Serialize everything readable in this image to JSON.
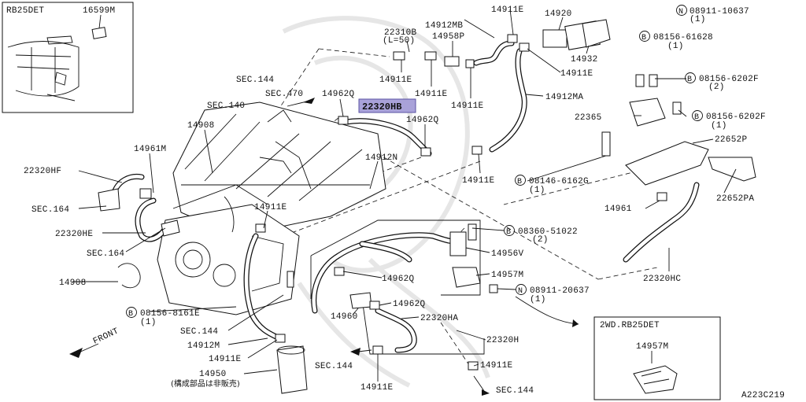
{
  "diagram_id": "A223C219",
  "inset_top_left": {
    "title": "RB25DET",
    "part": "16599M"
  },
  "inset_bottom_right": {
    "title": "2WD.RB25DET",
    "part": "14957M"
  },
  "highlighted_part": "22320HB",
  "labels": {
    "p16599M": "16599M",
    "p22310B": "22310B",
    "p22310B_len": "(L=50)",
    "p14912MB": "14912MB",
    "p14958P": "14958P",
    "p14911E_a": "14911E",
    "p14920": "14920",
    "n08911_10637": "08911-10637",
    "n08911_10637_q": "(1)",
    "b08156_61628": "08156-61628",
    "b08156_61628_q": "(1)",
    "p14932": "14932",
    "p14911E_b": "14911E",
    "p14911E_c": "14911E",
    "p14911E_d": "14911E",
    "p14911E_e": "14911E",
    "p14912MA": "14912MA",
    "sec144_a": "SEC.144",
    "sec470": "SEC.470",
    "sec140": "SEC.140",
    "p14962Q_a": "14962Q",
    "p14962Q_b": "14962Q",
    "b08156_6202F_a": "08156-6202F",
    "b08156_6202F_a_q": "(2)",
    "b08156_6202F_b": "08156-6202F",
    "b08156_6202F_b_q": "(1)",
    "p22365": "22365",
    "p14908_a": "14908",
    "p14961M": "14961M",
    "p14912N": "14912N",
    "p22652P": "22652P",
    "p22320HF": "22320HF",
    "p14911E_f": "14911E",
    "b08146_6162G": "08146-6162G",
    "b08146_6162G_q": "(1)",
    "p22652PA": "22652PA",
    "sec164_a": "SEC.164",
    "p14911E_g": "14911E",
    "p14961": "14961",
    "p22320HE": "22320HE",
    "b08360_51022": "08360-51022",
    "b08360_51022_q": "(2)",
    "sec164_b": "SEC.164",
    "p14956V": "14956V",
    "p14908_b": "14908",
    "p14962Q_c": "14962Q",
    "p14957M": "14957M",
    "p22320HC": "22320HC",
    "n08911_20637": "08911-20637",
    "n08911_20637_q": "(1)",
    "p14962Q_d": "14962Q",
    "b08156_8161E": "08156-8161E",
    "b08156_8161E_q": "(1)",
    "p14960": "14960",
    "p22320HA": "22320HA",
    "sec144_b": "SEC.144",
    "front": "FRONT",
    "p14912M": "14912M",
    "p22320H": "22320H",
    "p14911E_h": "14911E",
    "p14911E_i": "14911E",
    "sec144_c": "SEC.144",
    "p14950": "14950",
    "p14950_note": "(構成部品は非販売)",
    "p14911E_j": "14911E",
    "sec144_d": "SEC.144",
    "sym_b": "B",
    "sym_n": "N"
  }
}
